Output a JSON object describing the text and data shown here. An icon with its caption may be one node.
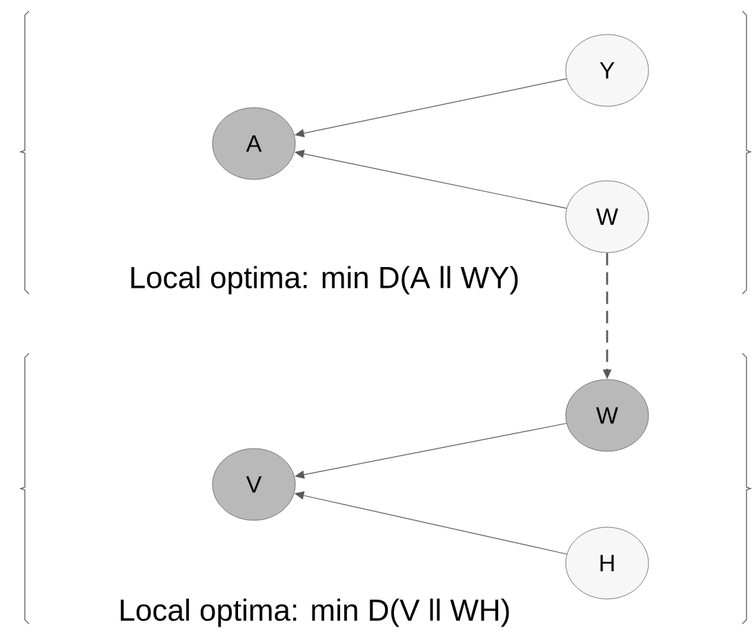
{
  "diagram": {
    "nodes": [
      {
        "text": [
          "A"
        ]
      },
      {
        "text": [
          "Y"
        ]
      },
      {
        "text": [
          "W"
        ]
      },
      {
        "text": [
          "W"
        ]
      },
      {
        "text": [
          "V"
        ]
      },
      {
        "text": [
          "H"
        ]
      }
    ],
    "edges": [
      {
        "from": 1,
        "to": 0,
        "arrow": "to"
      },
      {
        "from": 2,
        "to": 0,
        "arrow": "to"
      },
      {
        "from": 2,
        "to": 3,
        "arrow": "to",
        "style": "dashed"
      },
      {
        "from": 3,
        "to": 4,
        "arrow": "to"
      },
      {
        "from": 5,
        "to": 4,
        "arrow": "to"
      }
    ],
    "labels": [
      "Local optima: min D(A ll WY)",
      "Local optima: min D(V ll WH)"
    ]
  }
}
